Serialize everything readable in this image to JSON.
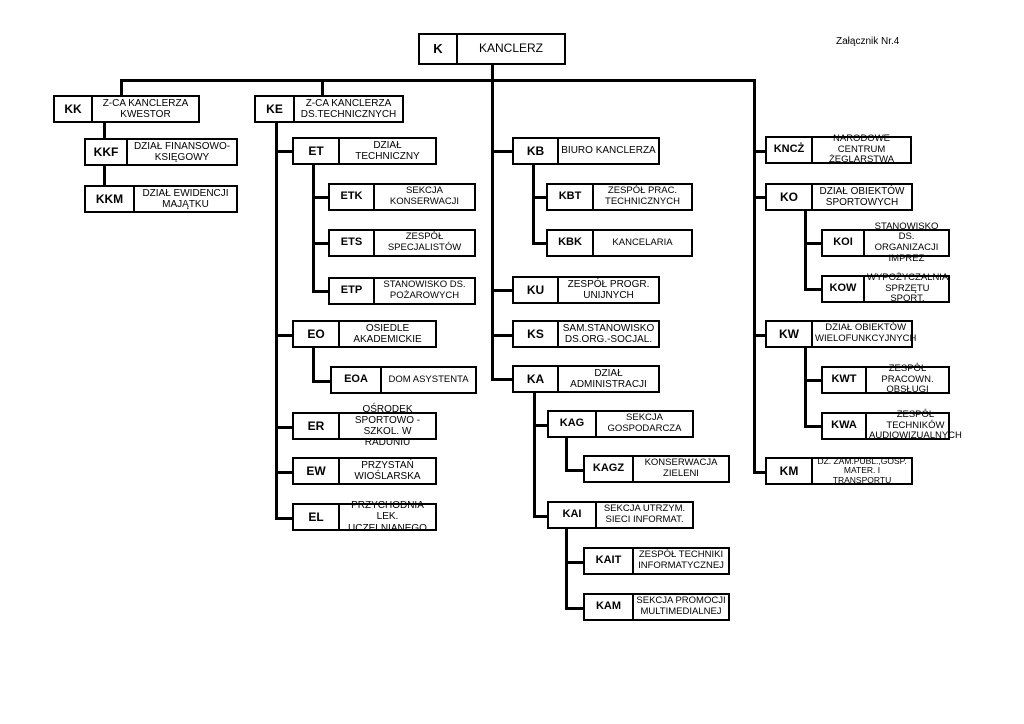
{
  "document": {
    "annotation": "Załącznik Nr.4",
    "root": {
      "code": "K",
      "label": "KANCLERZ"
    }
  },
  "branches": {
    "kk": {
      "code": "KK",
      "label": "Z-CA KANCLERZA KWESTOR",
      "children": [
        {
          "code": "KKF",
          "label": "DZIAŁ FINANSOWO-KSIĘGOWY"
        },
        {
          "code": "KKM",
          "label": "DZIAŁ EWIDENCJI MAJĄTKU"
        }
      ]
    },
    "ke": {
      "code": "KE",
      "label": "Z-CA KANCLERZA DS.TECHNICZNYCH",
      "children": [
        {
          "code": "ET",
          "label": "DZIAŁ TECHNICZNY",
          "children": [
            {
              "code": "ETK",
              "label": "SEKCJA KONSERWACJI"
            },
            {
              "code": "ETS",
              "label": "ZESPÓŁ SPECJALISTÓW"
            },
            {
              "code": "ETP",
              "label": "STANOWISKO DS. POŻAROWYCH"
            }
          ]
        },
        {
          "code": "EO",
          "label": "OSIEDLE AKADEMICKIE",
          "children": [
            {
              "code": "EOA",
              "label": "DOM ASYSTENTA"
            }
          ]
        },
        {
          "code": "ER",
          "label": "OŚRODEK SPORTOWO - SZKOL. W RADUNIU"
        },
        {
          "code": "EW",
          "label": "PRZYSTAŃ WIOŚLARSKA"
        },
        {
          "code": "EL",
          "label": "PRZYCHODNIA LEK. UCZELNIANEGO"
        }
      ]
    },
    "center": {
      "children": [
        {
          "code": "KB",
          "label": "BIURO KANCLERZA",
          "children": [
            {
              "code": "KBT",
              "label": "ZESPÓŁ PRAC. TECHNICZNYCH"
            },
            {
              "code": "KBK",
              "label": "KANCELARIA"
            }
          ]
        },
        {
          "code": "KU",
          "label": "ZESPÓŁ PROGR. UNIJNYCH"
        },
        {
          "code": "KS",
          "label": "SAM.STANOWISKO DS.ORG.-SOCJAL."
        },
        {
          "code": "KA",
          "label": "DZIAŁ ADMINISTRACJI",
          "children": [
            {
              "code": "KAG",
              "label": "SEKCJA GOSPODARCZA",
              "children": [
                {
                  "code": "KAGZ",
                  "label": "KONSERWACJA ZIELENI"
                }
              ]
            },
            {
              "code": "KAI",
              "label": "SEKCJA UTRZYM. SIECI INFORMAT.",
              "children": [
                {
                  "code": "KAIT",
                  "label": "ZESPÓŁ TECHNIKI INFORMATYCZNEJ"
                },
                {
                  "code": "KAM",
                  "label": "SEKCJA PROMOCJI MULTIMEDIALNEJ"
                }
              ]
            }
          ]
        }
      ]
    },
    "right": {
      "children": [
        {
          "code": "KNCŻ",
          "label": "NARODOWE CENTRUM ŻEGLARSTWA"
        },
        {
          "code": "KO",
          "label": "DZIAŁ OBIEKTÓW SPORTOWYCH",
          "children": [
            {
              "code": "KOI",
              "label": "STANOWISKO DS. ORGANIZACJI IMPREZ"
            },
            {
              "code": "KOW",
              "label": "WYPOŻYCZALNIA SPRZĘTU SPORT."
            }
          ]
        },
        {
          "code": "KW",
          "label": "DZIAŁ OBIEKTÓW WIELOFUNKCYJNYCH",
          "children": [
            {
              "code": "KWT",
              "label": "ZESPÓŁ PRACOWN. OBSŁUGI"
            },
            {
              "code": "KWA",
              "label": "ZESPÓŁ TECHNIKÓW AUDIOWIZUALNYCH"
            }
          ]
        },
        {
          "code": "KM",
          "label": "DZ. ZAM.PUBL.,GOSP. MATER. I TRANSPORTU"
        }
      ]
    }
  },
  "colors": {
    "line": "#000000",
    "background": "#ffffff"
  }
}
